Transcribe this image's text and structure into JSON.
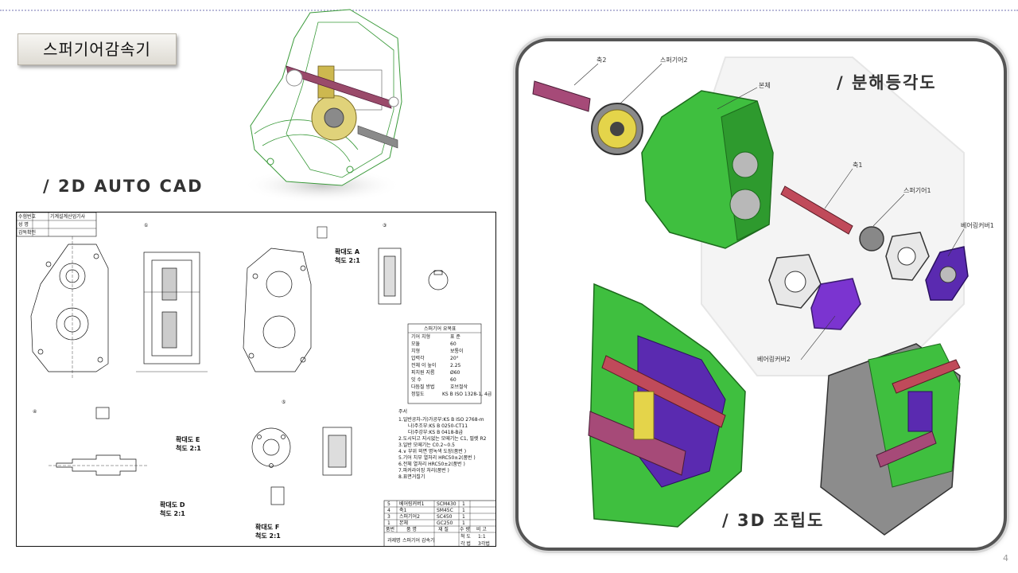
{
  "slide": {
    "title": "스퍼기어감속기",
    "page_number": "4"
  },
  "labels": {
    "cad": "/ 2D AUTO CAD",
    "exploded": "/ 분해등각도",
    "assembly": "/ 3D 조립도"
  },
  "drawing": {
    "title_block": {
      "part_name": "스퍼기어 감속기",
      "project_label": "과제명",
      "scale_label": "척 도",
      "scale_value": "1:1",
      "projection_label": "각 법",
      "projection_value": "3각법"
    },
    "header_rows": [
      "수험번호",
      "성 명",
      "감독확인"
    ],
    "header_values": [
      "기계설계산업기사",
      "",
      ""
    ],
    "view_labels": [
      "①",
      "③",
      "④",
      "⑤"
    ],
    "detail_a": {
      "title": "확대도 A",
      "scale": "척도 2:1"
    },
    "detail_d": {
      "title": "확대도 D",
      "scale": "척도 2:1"
    },
    "detail_e": {
      "title": "확대도 E",
      "scale": "척도 2:1"
    },
    "detail_f": {
      "title": "확대도 F",
      "scale": "척도 2:1"
    },
    "gear_table": {
      "title": "스퍼기어 요목표",
      "rows": [
        [
          "기어 치형",
          "표 준"
        ],
        [
          "모듈",
          "60"
        ],
        [
          "치형",
          "보통이"
        ],
        [
          "압력각",
          "20°"
        ],
        [
          "전체 이 높이",
          "2.25"
        ],
        [
          "피치원 지름",
          "Ø60"
        ],
        [
          "잇 수",
          "60"
        ],
        [
          "다듬질 방법",
          "호브절삭"
        ],
        [
          "정밀도",
          "KS B ISO 1328-1, 4급"
        ]
      ]
    },
    "notes": {
      "title": "주서",
      "lines": [
        "1.일반공차-가)가공부:KS B ISO 2768-m",
        "나)주조부:KS B 0250-CT11",
        "다)주강부:KS B 0418-B급",
        "2.도시되고 지시없는 모떼기는 C1, 필렛 R2",
        "3.일반 모떼기는 C0.2~0.5",
        "4.∨ 부위 외면 명녹색 도장(품번 )",
        "5.기어 치부 열처리 HRC50±2(품번 )",
        "6.전체 열처리 HRC50±2(품번 )",
        "7.파커라이징 처리(품번 )",
        "8.표면거칠기"
      ]
    },
    "parts_list": {
      "rows": [
        [
          "5",
          "베어링커버1",
          "SCM430",
          "1",
          ""
        ],
        [
          "4",
          "축1",
          "SM45C",
          "1",
          ""
        ],
        [
          "3",
          "스퍼기어2",
          "SC450",
          "1",
          ""
        ],
        [
          "1",
          "본체",
          "GC250",
          "1",
          ""
        ]
      ],
      "header": [
        "품번",
        "품 명",
        "재 질",
        "수 량",
        "비 고"
      ]
    }
  },
  "exploded_callouts": [
    "축2",
    "스퍼기어2",
    "본체",
    "축1",
    "스퍼기어1",
    "베어링커버1",
    "베어링커버2"
  ],
  "colors": {
    "body_green": "#3fbf3f",
    "shaft_red": "#c04a5a",
    "cover_purple": "#5a2ab0",
    "gear_yellow": "#e4d44a",
    "frame_border": "#555555"
  }
}
